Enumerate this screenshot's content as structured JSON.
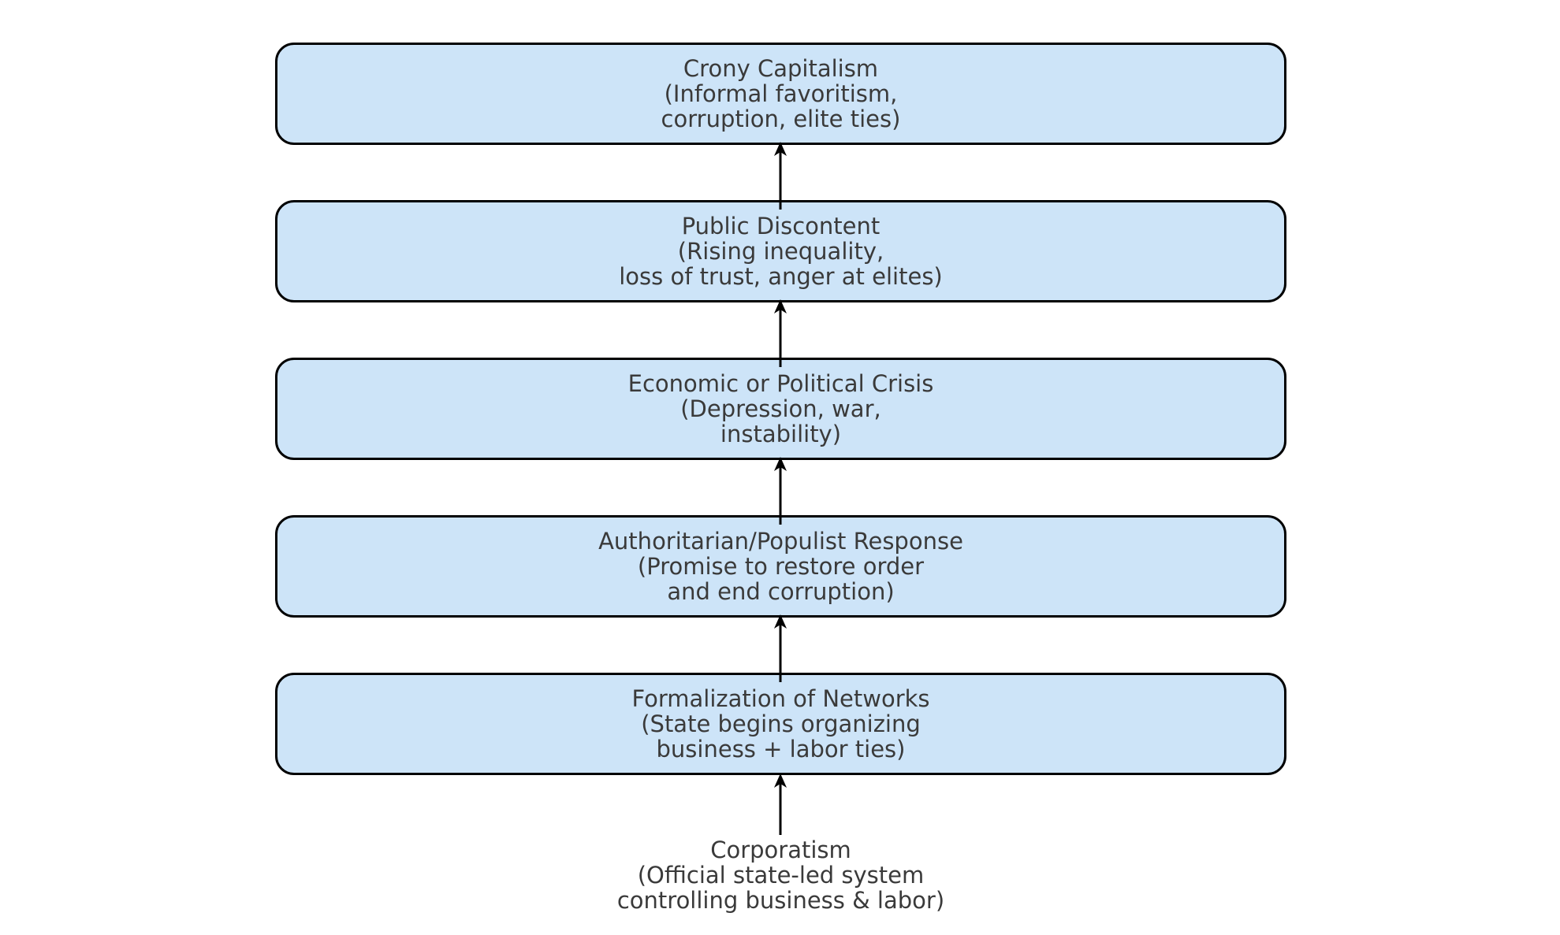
{
  "diagram": {
    "type": "vertical-flow",
    "flow_direction": "bottom-to-top",
    "colors": {
      "box_fill": "#cde4f8",
      "box_border": "#000000",
      "text_color": "#3a3a3a",
      "arrow_color": "#000000",
      "bg": "#ffffff"
    },
    "nodes": [
      {
        "id": "crony-capitalism",
        "boxed": true,
        "text": "Crony Capitalism\n(Informal favoritism,\ncorruption, elite ties)"
      },
      {
        "id": "public-discontent",
        "boxed": true,
        "text": "Public Discontent\n(Rising inequality,\nloss of trust, anger at elites)"
      },
      {
        "id": "economic-or-political-crisis",
        "boxed": true,
        "text": "Economic or Political Crisis\n(Depression, war,\ninstability)"
      },
      {
        "id": "authoritarian-populist-response",
        "boxed": true,
        "text": "Authoritarian/Populist Response\n(Promise to restore order\nand end corruption)"
      },
      {
        "id": "formalization-of-networks",
        "boxed": true,
        "text": "Formalization of Networks\n(State begins organizing\nbusiness + labor ties)"
      },
      {
        "id": "corporatism",
        "boxed": false,
        "text": "Corporatism\n(Official state-led system\ncontrolling business & labor)"
      }
    ]
  }
}
